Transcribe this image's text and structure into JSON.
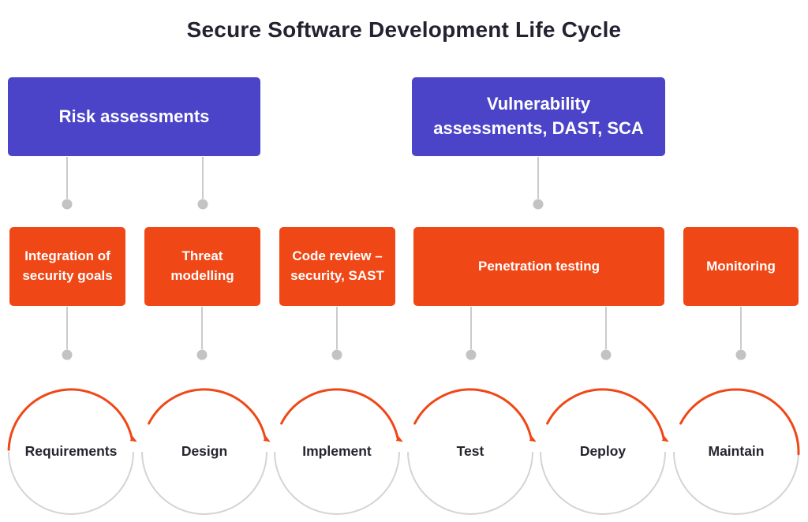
{
  "title": "Secure Software Development Life Cycle",
  "colors": {
    "indigo_box": "#4b44c9",
    "orange_box": "#f04716",
    "arc_orange": "#f04716",
    "arc_gray": "#d4d4d4",
    "connector_line": "#cbcbcb",
    "connector_dot": "#c3c3c3",
    "heading_text": "#232230",
    "box_text": "#ffffff"
  },
  "top_boxes": [
    {
      "label": "Risk assessments",
      "lines": [
        "Risk assessments"
      ]
    },
    {
      "label": "Vulnerability assessments, DAST, SCA",
      "lines": [
        "Vulnerability",
        "assessments, DAST, SCA"
      ]
    }
  ],
  "mid_boxes": [
    {
      "label": "Integration of security goals",
      "lines": [
        "Integration of",
        "security goals"
      ]
    },
    {
      "label": "Threat modelling",
      "lines": [
        "Threat",
        "modelling"
      ]
    },
    {
      "label": "Code review – security, SAST",
      "lines": [
        "Code review –",
        "security, SAST"
      ]
    },
    {
      "label": "Penetration testing",
      "lines": [
        "Penetration testing"
      ]
    },
    {
      "label": "Monitoring",
      "lines": [
        "Monitoring"
      ]
    }
  ],
  "cycle_steps": [
    {
      "label": "Requirements"
    },
    {
      "label": "Design"
    },
    {
      "label": "Implement"
    },
    {
      "label": "Test"
    },
    {
      "label": "Deploy"
    },
    {
      "label": "Maintain"
    }
  ]
}
